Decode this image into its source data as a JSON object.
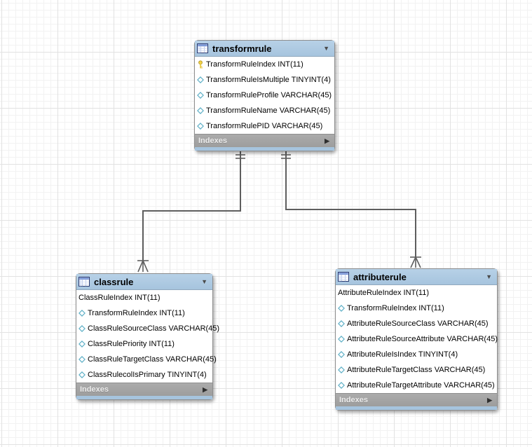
{
  "tables": [
    {
      "title": "transformrule",
      "footer_label": "Indexes",
      "columns": [
        {
          "icon": "primary-key",
          "text": "TransformRuleIndex INT(11)"
        },
        {
          "icon": "column-diamond",
          "text": "TransformRuleIsMultiple TINYINT(4)"
        },
        {
          "icon": "column-diamond",
          "text": "TransformRuleProfile VARCHAR(45)"
        },
        {
          "icon": "column-diamond",
          "text": "TransformRuleName VARCHAR(45)"
        },
        {
          "icon": "column-diamond",
          "text": "TransformRulePID VARCHAR(45)"
        }
      ]
    },
    {
      "title": "classrule",
      "footer_label": "Indexes",
      "columns": [
        {
          "icon": "none",
          "text": "ClassRuleIndex INT(11)"
        },
        {
          "icon": "column-diamond",
          "text": "TransformRuleIndex INT(11)"
        },
        {
          "icon": "column-diamond",
          "text": "ClassRuleSourceClass VARCHAR(45)"
        },
        {
          "icon": "column-diamond",
          "text": "ClassRulePriority INT(11)"
        },
        {
          "icon": "column-diamond",
          "text": "ClassRuleTargetClass VARCHAR(45)"
        },
        {
          "icon": "column-diamond",
          "text": "ClassRulecolIsPrimary TINYINT(4)"
        }
      ]
    },
    {
      "title": "attributerule",
      "footer_label": "Indexes",
      "columns": [
        {
          "icon": "none",
          "text": "AttributeRuleIndex INT(11)"
        },
        {
          "icon": "column-diamond",
          "text": "TransformRuleIndex INT(11)"
        },
        {
          "icon": "column-diamond",
          "text": "AttributeRuleSourceClass VARCHAR(45)"
        },
        {
          "icon": "column-diamond",
          "text": "AttributeRuleSourceAttribute VARCHAR(45)"
        },
        {
          "icon": "column-diamond",
          "text": "AttributeRuleIsIndex TINYINT(4)"
        },
        {
          "icon": "column-diamond",
          "text": "AttributeRuleTargetClass VARCHAR(45)"
        },
        {
          "icon": "column-diamond",
          "text": "AttributeRuleTargetAttribute VARCHAR(45)"
        }
      ]
    }
  ],
  "relationships": [
    {
      "from": "transformrule",
      "to": "classrule",
      "from_cardinality": "one",
      "to_cardinality": "many",
      "line_style": "solid"
    },
    {
      "from": "transformrule",
      "to": "attributerule",
      "from_cardinality": "one",
      "to_cardinality": "many",
      "line_style": "solid"
    }
  ],
  "icons": {
    "collapse_glyph": "▼",
    "expand_glyph": "▶"
  },
  "colors": {
    "table_header": "#a6c4de",
    "indexes_bar": "#9d9d9d",
    "relationship_line": "#5e5e5e",
    "grid_minor": "#f2f2f2",
    "grid_major": "#e2e2e2"
  }
}
